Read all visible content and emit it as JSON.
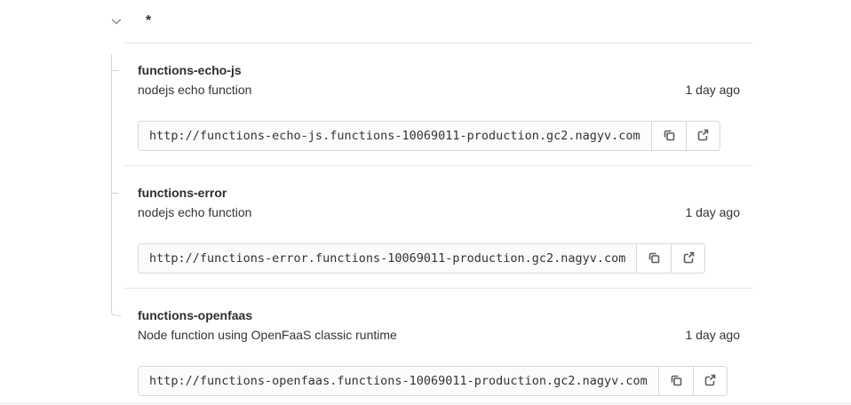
{
  "section": {
    "title": "*"
  },
  "functions": [
    {
      "name": "functions-echo-js",
      "description": "nodejs echo function",
      "updated": "1 day ago",
      "url": "http://functions-echo-js.functions-10069011-production.gc2.nagyv.com"
    },
    {
      "name": "functions-error",
      "description": "nodejs echo function",
      "updated": "1 day ago",
      "url": "http://functions-error.functions-10069011-production.gc2.nagyv.com"
    },
    {
      "name": "functions-openfaas",
      "description": "Node function using OpenFaaS classic runtime",
      "updated": "1 day ago",
      "url": "http://functions-openfaas.functions-10069011-production.gc2.nagyv.com"
    }
  ],
  "icons": {
    "chevron": "chevron-down-icon",
    "copy": "copy-url-icon",
    "external": "external-link-icon"
  },
  "colors": {
    "divider": "#e8e8e8",
    "tree_line": "#d4d4d4",
    "text": "#303030",
    "icon": "#5c5c5c",
    "input_border": "#d8d8d8"
  }
}
